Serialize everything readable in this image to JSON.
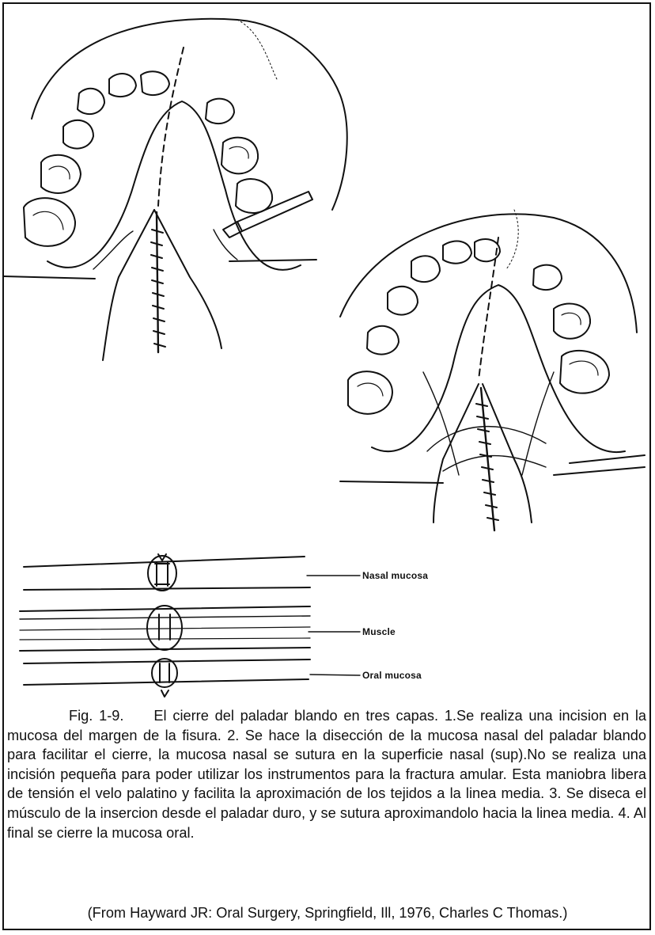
{
  "labels": {
    "nasal": "Nasal mucosa",
    "muscle": "Muscle",
    "oral": "Oral mucosa"
  },
  "caption": {
    "fig_number": "Fig. 1-9.",
    "first_line": "El cierre del paladar blando en tres capas. 1.Se realiza una",
    "body": "incision en la mucosa del margen de la fisura. 2. Se hace la disección de la mucosa nasal del paladar blando para facilitar el cierre, la mucosa nasal se sutura en la superficie nasal (sup).No se realiza una incisión  pequeña para poder utilizar los instrumentos para la fractura   amular. Esta maniobra libera de tensión el velo palatino y facilita la aproximación de los tejidos a la linea media. 3. Se diseca el músculo de la insercion desde el paladar duro,   y se sutura aproximandolo hacia la linea media. 4. Al final se cierre la mucosa oral.",
    "source": "(From  Hayward JR: Oral Surgery, Springfield, Ill, 1976, Charles C Thomas.)"
  }
}
